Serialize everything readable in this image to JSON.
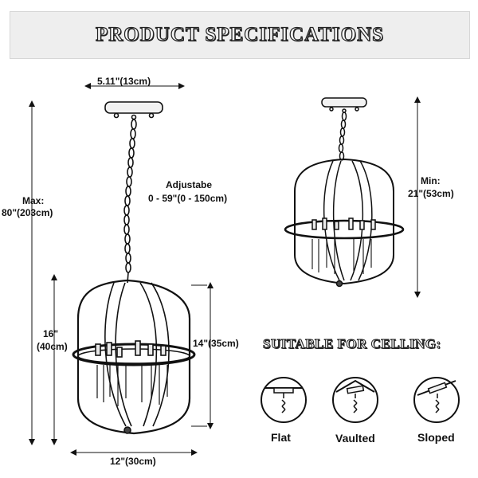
{
  "header": {
    "title": "PRODUCT SPECIFICATIONS"
  },
  "dimensions": {
    "canopy_width": "5.11\"(13cm)",
    "chain_label_line1": "Adjustabe",
    "chain_label_line2": "0 - 59\"(0 - 150cm)",
    "max_height_line1": "Max:",
    "max_height_line2": "80\"(203cm)",
    "cage_height_line1": "16\"",
    "cage_height_line2": "(40cm)",
    "inner_height": "14\"(35cm)",
    "width": "12\"(30cm)",
    "min_height_line1": "Min:",
    "min_height_line2": "21\"(53cm)"
  },
  "ceiling": {
    "title": "SUITABLE FOR CELLING:",
    "types": [
      "Flat",
      "Vaulted",
      "Sloped"
    ]
  }
}
